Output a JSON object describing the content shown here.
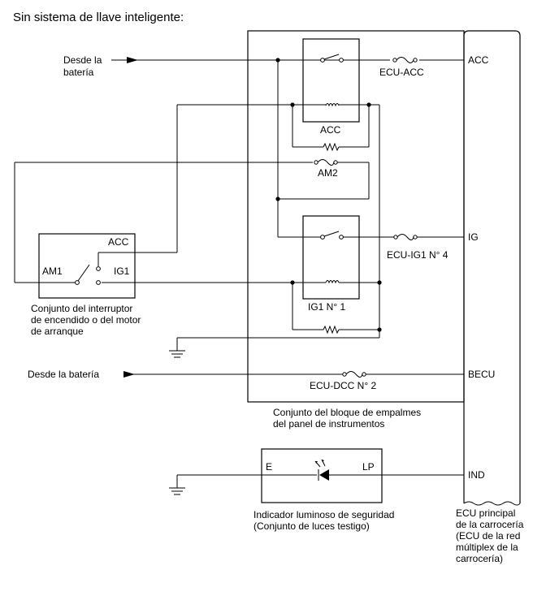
{
  "title": "Sin sistema de llave inteligente:",
  "battery_label_line1": "Desde la",
  "battery_label_line2": "batería",
  "battery_label_single": "Desde la batería",
  "ecu_pins": {
    "acc": "ACC",
    "ig": "IG",
    "becu": "BECU",
    "ind": "IND"
  },
  "fuses": {
    "ecu_acc": "ECU-ACC",
    "am2": "AM2",
    "ecu_ig1": "ECU-IG1 N° 4",
    "ecu_dcc": "ECU-DCC N° 2"
  },
  "relays": {
    "acc": "ACC",
    "ig1": "IG1 N° 1"
  },
  "ignition_switch": {
    "acc": "ACC",
    "am1": "AM1",
    "ig1": "IG1",
    "caption_line1": "Conjunto del interruptor",
    "caption_line2": "de encendido o del motor",
    "caption_line3": "de arranque"
  },
  "junction_block": {
    "caption_line1": "Conjunto del bloque de empalmes",
    "caption_line2": "del panel de instrumentos"
  },
  "indicator": {
    "e": "E",
    "lp": "LP",
    "caption_line1": "Indicador luminoso de seguridad",
    "caption_line2": "(Conjunto de luces testigo)"
  },
  "body_ecu": {
    "line1": "ECU principal",
    "line2": "de la carrocería",
    "line3": "(ECU de la red",
    "line4": "múltiplex de la",
    "line5": "carrocería)"
  }
}
